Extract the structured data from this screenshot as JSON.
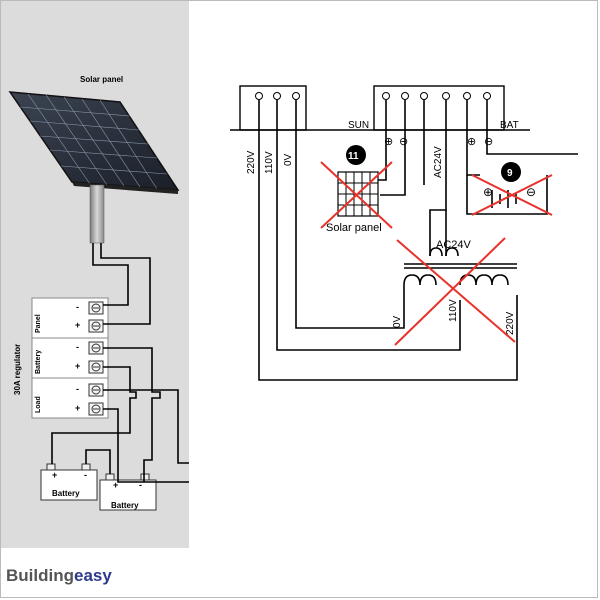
{
  "labels": {
    "solar_panel_title": "Solar panel",
    "regulator": "30A regulator",
    "panel": "Panel",
    "battery_port": "Battery",
    "load": "Load",
    "battery1": "Battery",
    "battery2": "Battery",
    "plus": "+",
    "minus": "-",
    "v220": "220V",
    "v110": "110V",
    "v0": "0V",
    "sun": "SUN",
    "bat": "BAT",
    "ac24v_vertical": "AC24V",
    "ac24v_transformer": "AC24V",
    "inner_solar_panel": "Solar panel",
    "t_0v": "0V",
    "t_110v": "110V",
    "t_220v": "220V",
    "callout_11": "11",
    "callout_9": "9",
    "batt_plus": "⊕",
    "batt_minus": "⊖",
    "sun_plus": "⊕",
    "sun_minus": "⊖"
  },
  "brand": {
    "part1": "Building",
    "part2": "easy"
  },
  "colors": {
    "panel_bg": "#dcdcdc",
    "cross": "#e8322a",
    "brand_dark": "#555555",
    "brand_accent": "#2d3a8c",
    "wire": "#000000"
  }
}
